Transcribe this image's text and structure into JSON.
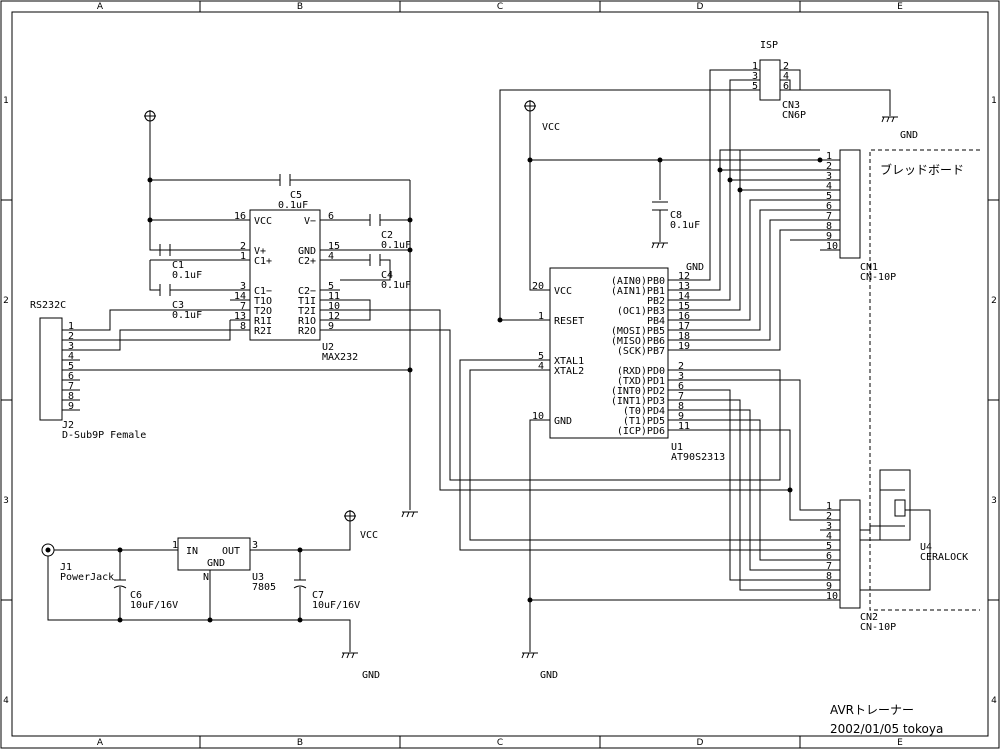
{
  "border": {
    "cols": [
      "A",
      "B",
      "C",
      "D",
      "E"
    ],
    "rows": [
      "1",
      "2",
      "3",
      "4"
    ]
  },
  "title": {
    "name": "AVRトレーナー",
    "date_author": "2002/01/05 tokoya"
  },
  "power_labels": {
    "vcc": "VCC",
    "gnd": "GND"
  },
  "u2": {
    "ref": "U2",
    "part": "MAX232",
    "left_pins": [
      {
        "num": "16",
        "name": "VCC"
      },
      {
        "num": "2",
        "name": "V+"
      },
      {
        "num": "1",
        "name": "C1+"
      },
      {
        "num": "3",
        "name": "C1−"
      },
      {
        "num": "14",
        "name": "T1O"
      },
      {
        "num": "7",
        "name": "T2O"
      },
      {
        "num": "13",
        "name": "R1I"
      },
      {
        "num": "8",
        "name": "R2I"
      }
    ],
    "right_pins": [
      {
        "num": "6",
        "name": "V−"
      },
      {
        "num": "15",
        "name": "GND"
      },
      {
        "num": "4",
        "name": "C2+"
      },
      {
        "num": "5",
        "name": "C2−"
      },
      {
        "num": "11",
        "name": "T1I"
      },
      {
        "num": "10",
        "name": "T2I"
      },
      {
        "num": "12",
        "name": "R1O"
      },
      {
        "num": "9",
        "name": "R2O"
      }
    ]
  },
  "caps": {
    "c1": {
      "ref": "C1",
      "value": "0.1uF"
    },
    "c2": {
      "ref": "C2",
      "value": "0.1uF"
    },
    "c3": {
      "ref": "C3",
      "value": "0.1uF"
    },
    "c4": {
      "ref": "C4",
      "value": "0.1uF"
    },
    "c5": {
      "ref": "C5",
      "value": "0.1uF"
    },
    "c6": {
      "ref": "C6",
      "value": "10uF/16V"
    },
    "c7": {
      "ref": "C7",
      "value": "10uF/16V"
    },
    "c8": {
      "ref": "C8",
      "value": "0.1uF"
    }
  },
  "j2": {
    "label": "RS232C",
    "ref": "J2",
    "part": "D-Sub9P Female",
    "pins": [
      "1",
      "2",
      "3",
      "4",
      "5",
      "6",
      "7",
      "8",
      "9"
    ]
  },
  "u1": {
    "ref": "U1",
    "part": "AT90S2313",
    "left_pins": [
      {
        "num": "20",
        "name": "VCC"
      },
      {
        "num": "1",
        "name": "RESET"
      },
      {
        "num": "5",
        "name": "XTAL1"
      },
      {
        "num": "4",
        "name": "XTAL2"
      },
      {
        "num": "10",
        "name": "GND"
      }
    ],
    "right_pins": [
      {
        "num": "12",
        "name": "(AIN0)PB0"
      },
      {
        "num": "13",
        "name": "(AIN1)PB1"
      },
      {
        "num": "14",
        "name": "PB2"
      },
      {
        "num": "15",
        "name": "(OC1)PB3"
      },
      {
        "num": "16",
        "name": "PB4"
      },
      {
        "num": "17",
        "name": "(MOSI)PB5"
      },
      {
        "num": "18",
        "name": "(MISO)PB6"
      },
      {
        "num": "19",
        "name": "(SCK)PB7"
      },
      {
        "num": "2",
        "name": "(RXD)PD0"
      },
      {
        "num": "3",
        "name": "(TXD)PD1"
      },
      {
        "num": "6",
        "name": "(INT0)PD2"
      },
      {
        "num": "7",
        "name": "(INT1)PD3"
      },
      {
        "num": "8",
        "name": "(T0)PD4"
      },
      {
        "num": "9",
        "name": "(T1)PD5"
      },
      {
        "num": "11",
        "name": "(ICP)PD6"
      }
    ]
  },
  "cn3": {
    "title": "ISP",
    "ref": "CN3",
    "part": "CN6P",
    "left_pins": [
      "1",
      "3",
      "5"
    ],
    "right_pins": [
      "2",
      "4",
      "6"
    ]
  },
  "cn1": {
    "ref": "CN1",
    "part": "CN-10P",
    "pins": [
      "1",
      "2",
      "3",
      "4",
      "5",
      "6",
      "7",
      "8",
      "9",
      "10"
    ]
  },
  "cn2": {
    "ref": "CN2",
    "part": "CN-10P",
    "pins": [
      "1",
      "2",
      "3",
      "4",
      "5",
      "6",
      "7",
      "8",
      "9",
      "10"
    ]
  },
  "breadboard_label": "ブレッドボード",
  "u3": {
    "ref": "U3",
    "part": "7805",
    "in_label": "IN",
    "out_label": "OUT",
    "gnd_label": "GND",
    "pin_in": "1",
    "pin_out": "3",
    "pin_gnd": "N"
  },
  "j1": {
    "ref": "J1",
    "part": "PowerJack"
  },
  "u4": {
    "ref": "U4",
    "part": "CERALOCK"
  }
}
